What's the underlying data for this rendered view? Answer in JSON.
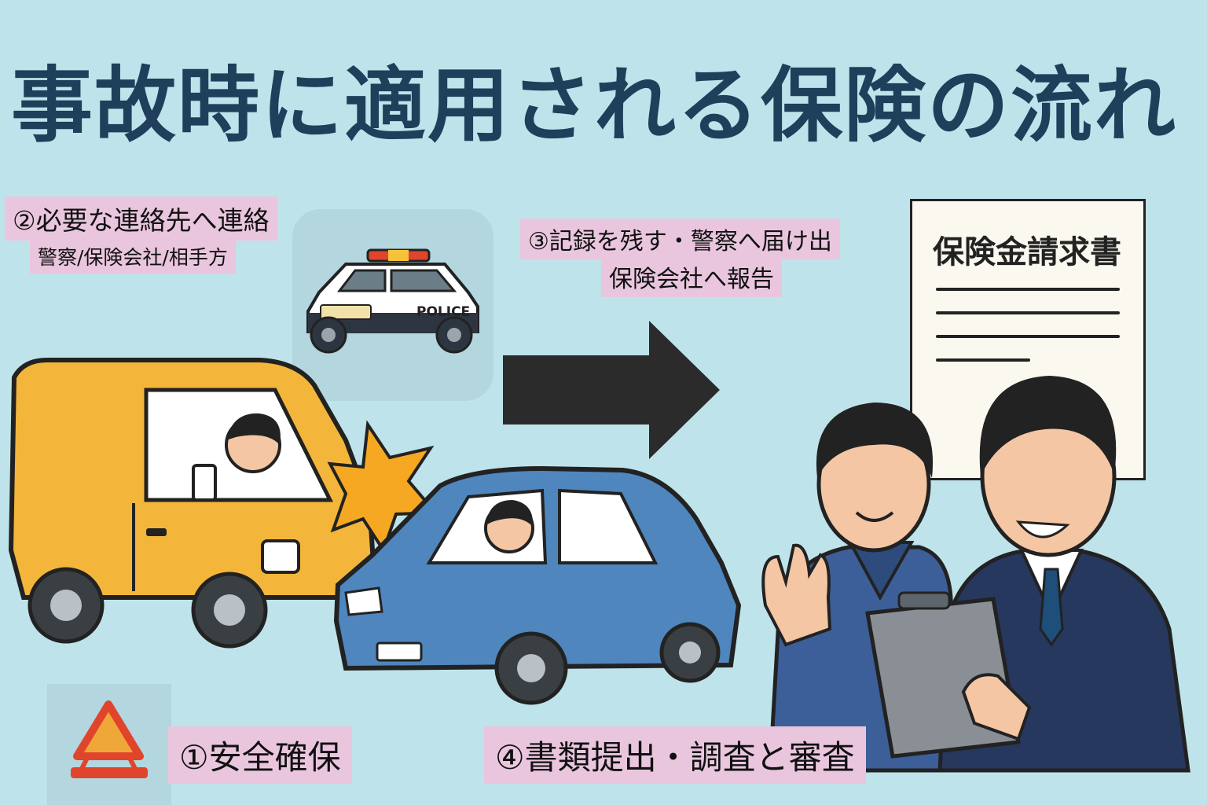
{
  "title": "事故時に適用される保険の流れ",
  "steps": {
    "step1": "①安全確保",
    "step2": {
      "heading": "②必要な連絡先へ連絡",
      "detail": "警察/保険会社/相手方"
    },
    "step3": {
      "line1": "③記録を残す・警察へ届け出",
      "line2": "保険会社へ報告"
    },
    "step4": "④書類提出・調査と審査"
  },
  "document": {
    "title": "保険金請求書"
  },
  "police_car": {
    "marking": "POLICE"
  },
  "icons": [
    "warning-triangle-icon",
    "arrow-right-icon",
    "police-car-icon",
    "collision-burst-icon"
  ],
  "colors": {
    "background": "#bfe3ea",
    "title": "#1f3f5b",
    "label_bg": "#e9c6de",
    "van": "#f3b63a",
    "car": "#4f86bd",
    "suit": "#27385e",
    "burst": "#f7a823",
    "arrow": "#2b2b2b"
  }
}
